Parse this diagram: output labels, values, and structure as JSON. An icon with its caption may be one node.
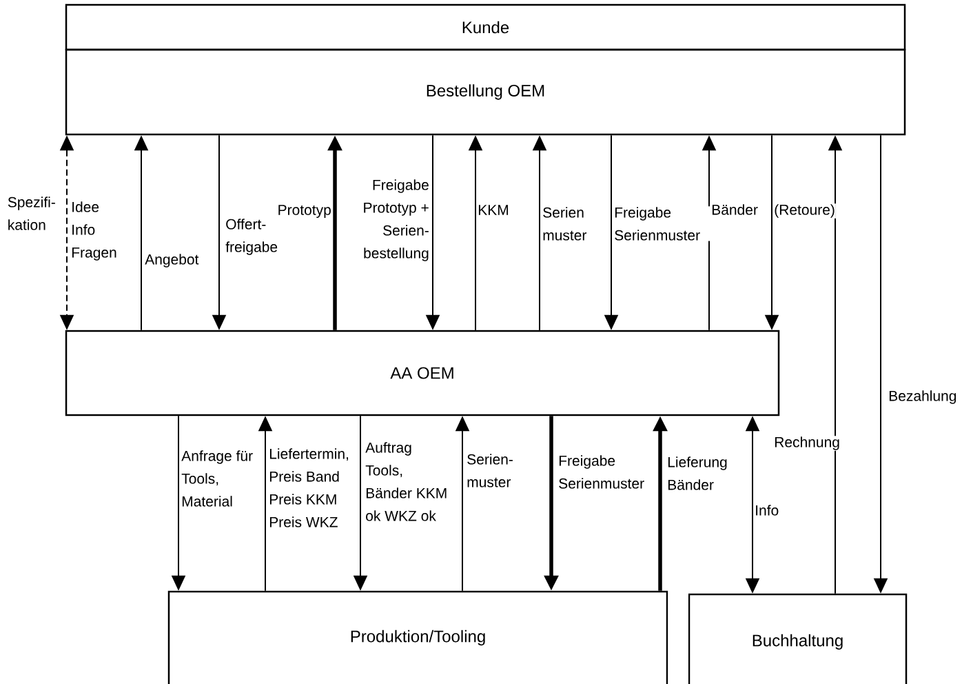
{
  "diagram": {
    "nodes": [
      {
        "text": [
          "Kunde"
        ]
      },
      {
        "text": [
          "Bestellung OEM"
        ]
      },
      {
        "text": [
          "AA OEM"
        ]
      },
      {
        "text": [
          "Produktion/Tooling"
        ]
      },
      {
        "text": [
          "Buchhaltung"
        ]
      }
    ],
    "edges": [
      {
        "from": 1,
        "to": 2,
        "arrow": "both",
        "style": "dashed",
        "label": "Spezifi- kation"
      },
      {
        "from": 2,
        "to": 1,
        "arrow": "to",
        "label": "Angebot"
      },
      {
        "from": 1,
        "to": 2,
        "arrow": "to",
        "label": "Offert- freigabe"
      },
      {
        "from": 2,
        "to": 1,
        "arrow": "to",
        "style": "thick",
        "label": "Prototyp"
      },
      {
        "from": 1,
        "to": 2,
        "arrow": "to",
        "label": "Freigabe Prototyp + Serien- bestellung"
      },
      {
        "from": 2,
        "to": 1,
        "arrow": "to",
        "label": "KKM"
      },
      {
        "from": 2,
        "to": 1,
        "arrow": "to",
        "label": "Serien muster"
      },
      {
        "from": 1,
        "to": 2,
        "arrow": "to",
        "label": "Freigabe Serienmuster"
      },
      {
        "from": 2,
        "to": 1,
        "arrow": "to",
        "label": "Bänder"
      },
      {
        "from": 1,
        "to": 2,
        "arrow": "to",
        "label": "(Retoure)"
      },
      {
        "from": 4,
        "to": 1,
        "arrow": "to",
        "label": "Rechnung"
      },
      {
        "from": 1,
        "to": 4,
        "arrow": "to",
        "label": "Bezahlung"
      },
      {
        "from": 2,
        "to": 3,
        "arrow": "to",
        "label": "Anfrage für Tools, Material"
      },
      {
        "from": 3,
        "to": 2,
        "arrow": "to",
        "label": "Liefertermin, Preis Band Preis KKM Preis WKZ"
      },
      {
        "from": 2,
        "to": 3,
        "arrow": "to",
        "label": "Auftrag Tools, Bänder KKM ok WKZ ok"
      },
      {
        "from": 3,
        "to": 2,
        "arrow": "to",
        "label": "Serien- muster"
      },
      {
        "from": 2,
        "to": 3,
        "arrow": "to",
        "style": "thick",
        "label": "Freigabe Serienmuster"
      },
      {
        "from": 3,
        "to": 2,
        "arrow": "to",
        "style": "thick",
        "label": "Lieferung Bänder"
      },
      {
        "from": 2,
        "to": 4,
        "arrow": "both",
        "label": "Info"
      }
    ],
    "labels": [
      "Idee Info Fragen"
    ]
  }
}
